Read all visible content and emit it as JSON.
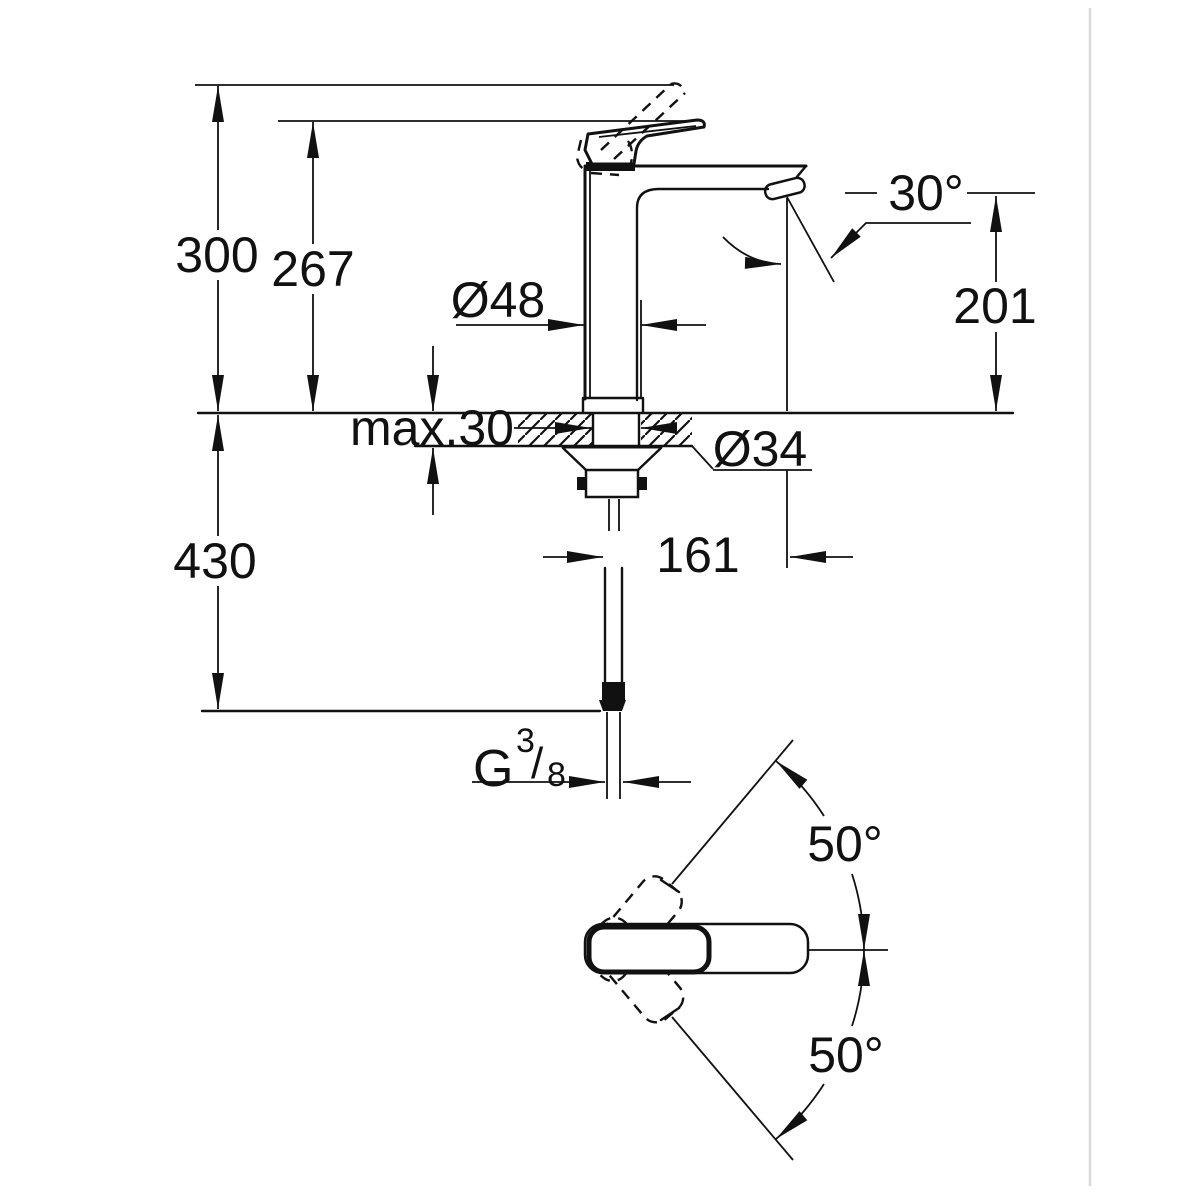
{
  "drawing": {
    "front_view": {
      "overall_height": "300",
      "lever_height": "267",
      "body_diameter": "Ø48",
      "max_deck_thickness": "max.30",
      "hole_diameter": "Ø34",
      "below_deck_length": "430",
      "spout_projection": "161",
      "spout_outlet_height": "201",
      "spout_angle": "30°",
      "thread_G": "G",
      "thread_numerator": "3",
      "thread_slash": "/",
      "thread_denominator": "8"
    },
    "top_view": {
      "swivel_upper": "50°",
      "swivel_lower": "50°"
    }
  }
}
